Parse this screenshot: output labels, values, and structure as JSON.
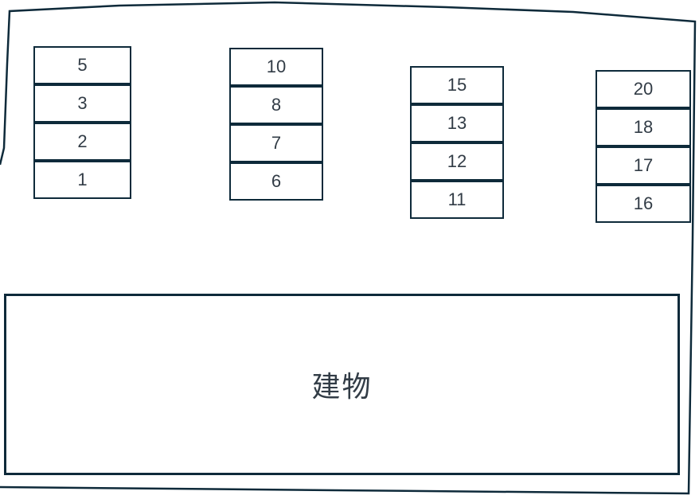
{
  "diagram": {
    "type": "parking-lot-layout",
    "building": {
      "label": "建物"
    },
    "parking_columns": [
      {
        "name": "column-1",
        "spaces": [
          "5",
          "3",
          "2",
          "1"
        ]
      },
      {
        "name": "column-2",
        "spaces": [
          "10",
          "8",
          "7",
          "6"
        ]
      },
      {
        "name": "column-3",
        "spaces": [
          "15",
          "13",
          "12",
          "11"
        ]
      },
      {
        "name": "column-4",
        "spaces": [
          "20",
          "18",
          "17",
          "16"
        ]
      }
    ],
    "colors": {
      "line": "#0e2a3a",
      "text": "#323c46",
      "background": "#ffffff"
    }
  }
}
